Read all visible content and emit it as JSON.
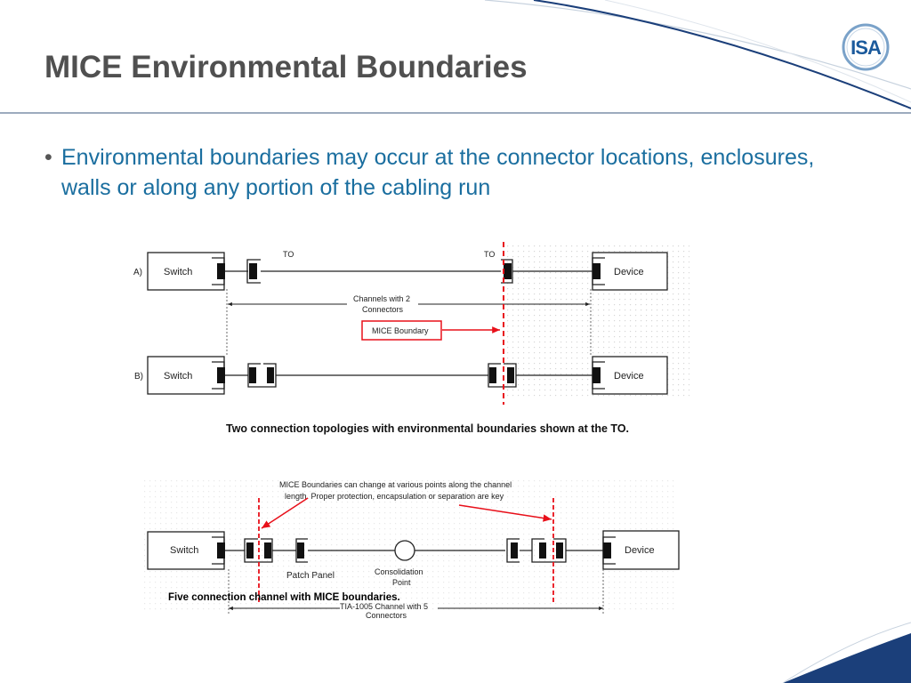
{
  "slide": {
    "title": "MICE Environmental Boundaries",
    "logo_text": "ISA",
    "bullet_text": "Environmental boundaries may occur at the connector locations, enclosures, walls or along any portion of the cabling run"
  },
  "diagram1": {
    "row_a_marker": "A)",
    "row_b_marker": "B)",
    "switch_label": "Switch",
    "device_label": "Device",
    "to_label_left": "TO",
    "to_label_right": "TO",
    "channel_text_line1": "Channels with 2",
    "channel_text_line2": "Connectors",
    "mice_boundary_label": "MICE Boundary",
    "caption": "Two connection topologies with environmental boundaries shown at the TO."
  },
  "diagram2": {
    "note_line1": "MICE Boundaries can change at various points along the channel",
    "note_line2": "length.  Proper protection, encapsulation  or separation are key",
    "switch_label": "Switch",
    "device_label": "Device",
    "patch_panel_label": "Patch Panel",
    "consolidation_line1": "Consolidation",
    "consolidation_line2": "Point",
    "caption": "Five connection channel with MICE boundaries.",
    "channel_text_line1": "TIA-1005 Channel with 5",
    "channel_text_line2": "Connectors"
  },
  "colors": {
    "title": "#505050",
    "bullet": "#1a6e9f",
    "boundary_red": "#e8101a",
    "accent_navy": "#1b3f7a"
  }
}
